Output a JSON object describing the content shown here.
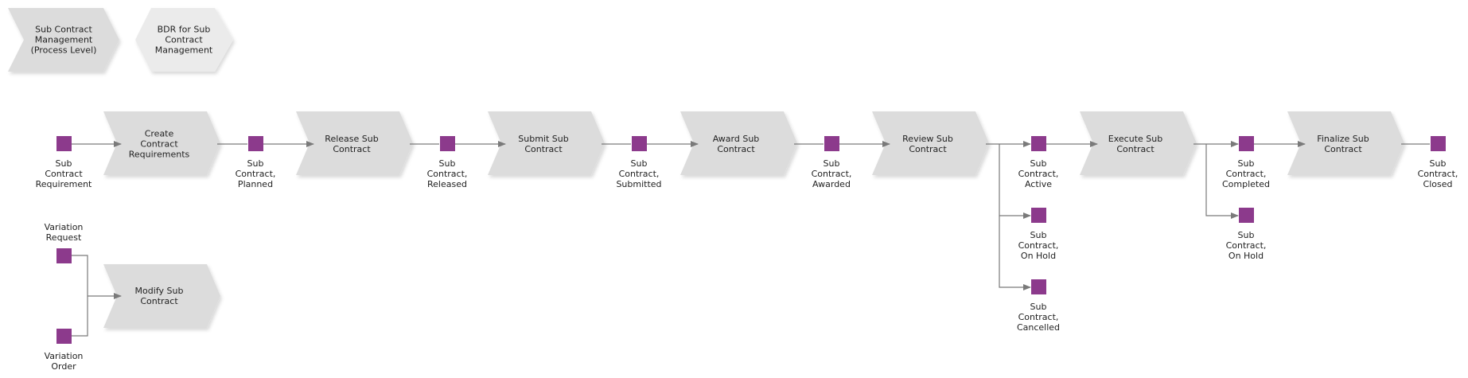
{
  "nav": {
    "process_level": "Sub Contract\nManagement\n(Process Level)",
    "bdr": "BDR for Sub\nContract\nManagement"
  },
  "functions": [
    "Create\nContract\nRequirements",
    "Release Sub\nContract",
    "Submit Sub\nContract",
    "Award Sub\nContract",
    "Review Sub\nContract",
    "Execute Sub\nContract",
    "Finalize Sub\nContract",
    "Modify Sub\nContract"
  ],
  "events": [
    "Sub\nContract\nRequirement",
    "Sub\nContract,\nPlanned",
    "Sub\nContract,\nReleased",
    "Sub\nContract,\nSubmitted",
    "Sub\nContract,\nAwarded",
    "Sub\nContract,\nActive",
    "Sub\nContract,\nOn Hold",
    "Sub\nContract,\nCancelled",
    "Sub\nContract,\nCompleted",
    "Sub\nContract,\nOn Hold",
    "Sub\nContract,\nClosed",
    "Variation\nRequest",
    "Variation\nOrder"
  ],
  "colors": {
    "function_fill": "#dcdcdc",
    "nav_fill": "#ebebeb",
    "event_fill": "#8c3a8c",
    "connector": "#7a7a7a"
  }
}
